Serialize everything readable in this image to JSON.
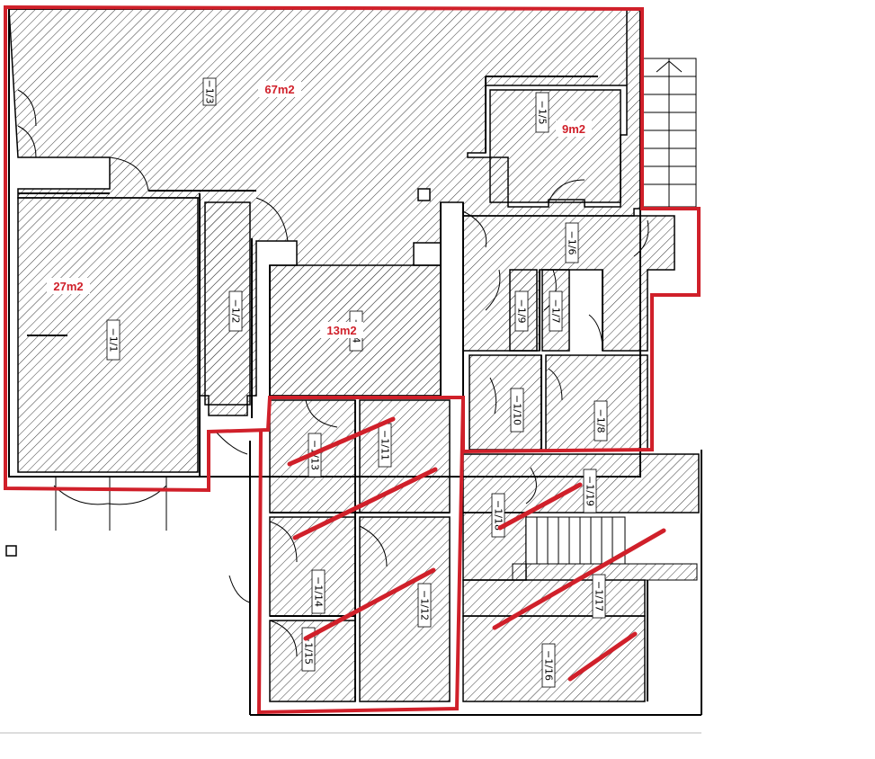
{
  "colors": {
    "outline": "#d0202a",
    "wall": "#000000",
    "hatch": "#3a3a3a",
    "background": "#ffffff"
  },
  "areas": {
    "a67": "67m2",
    "a9": "9m2",
    "a27": "27m2",
    "a13": "13m2"
  },
  "rooms": {
    "r1": "−1/1",
    "r2": "−1/2",
    "r3": "−1/3",
    "r4": "−1/4",
    "r5": "−1/5",
    "r6": "−1/6",
    "r7": "−1/7",
    "r8": "−1/8",
    "r9": "−1/9",
    "r10": "−1/10",
    "r11": "−1/11",
    "r12": "−1/12",
    "r13": "−1/13",
    "r14": "−1/14",
    "r15": "−1/15",
    "r16": "−1/16",
    "r17": "−1/17",
    "r18": "−1/18",
    "r19": "−1/19"
  }
}
